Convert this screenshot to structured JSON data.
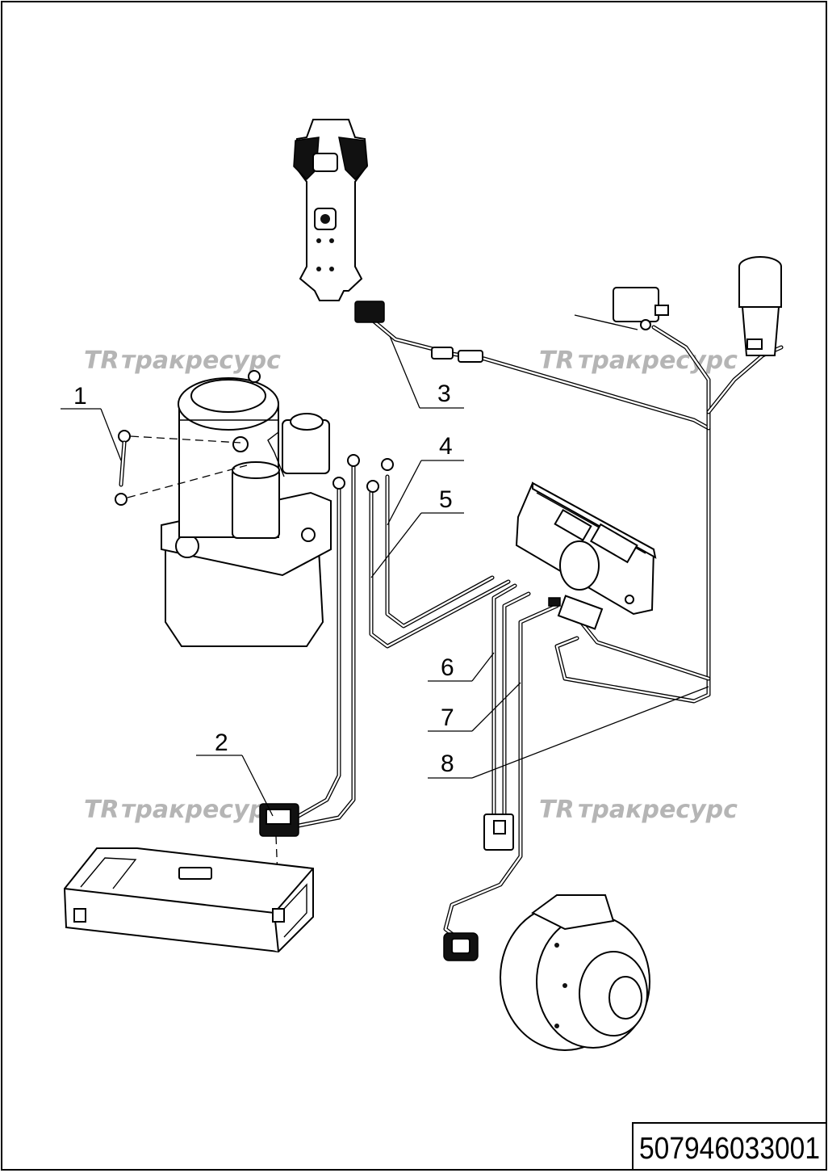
{
  "watermark": {
    "logo_mark": "TR",
    "brand": "тракресурс"
  },
  "callouts": [
    "1",
    "2",
    "3",
    "4",
    "5",
    "6",
    "7",
    "8"
  ],
  "drawing_number": "507946033001"
}
